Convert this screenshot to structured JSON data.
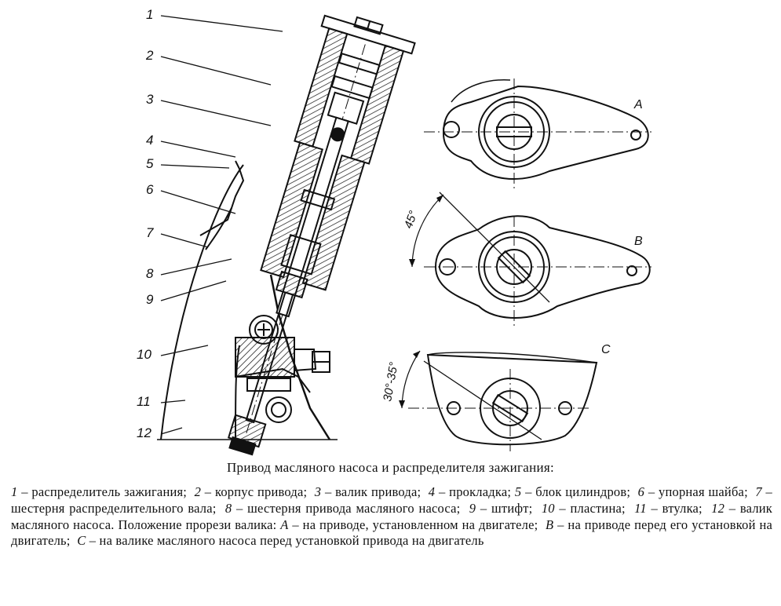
{
  "diagram": {
    "callouts": [
      "1",
      "2",
      "3",
      "4",
      "5",
      "6",
      "7",
      "8",
      "9",
      "10",
      "11",
      "12"
    ],
    "view_labels": [
      "A",
      "B",
      "C"
    ],
    "angle_labels": [
      "45°",
      "30°-35°"
    ]
  },
  "caption": "Привод масляного насоса и распределителя зажигания:",
  "legend": {
    "items": [
      {
        "num": "1",
        "text": "– распределитель зажигания;"
      },
      {
        "num": "2",
        "text": "– корпус привода;"
      },
      {
        "num": "3",
        "text": "– валик привода;"
      },
      {
        "num": "4",
        "text": "– прокладка;"
      },
      {
        "num": "5",
        "text": "– блок цилиндров;"
      },
      {
        "num": "6",
        "text": "– упорная шайба;"
      },
      {
        "num": "7",
        "text": "– шестерня распределительного вала;"
      },
      {
        "num": "8",
        "text": "– шестерня привода масляного насоса;"
      },
      {
        "num": "9",
        "text": "– штифт;"
      },
      {
        "num": "10",
        "text": "– пластина;"
      },
      {
        "num": "11",
        "text": "– втулка;"
      },
      {
        "num": "12",
        "text": "– валик масляного насоса."
      }
    ],
    "positions_intro": "Положение прорези валика:",
    "positions": [
      {
        "label": "A",
        "text": "– на приводе, установленном на двигателе;"
      },
      {
        "label": "B",
        "text": "– на приводе перед его установкой на двигатель;"
      },
      {
        "label": "C",
        "text": "– на валике масляного насоса перед установкой привода на двигатель"
      }
    ]
  }
}
